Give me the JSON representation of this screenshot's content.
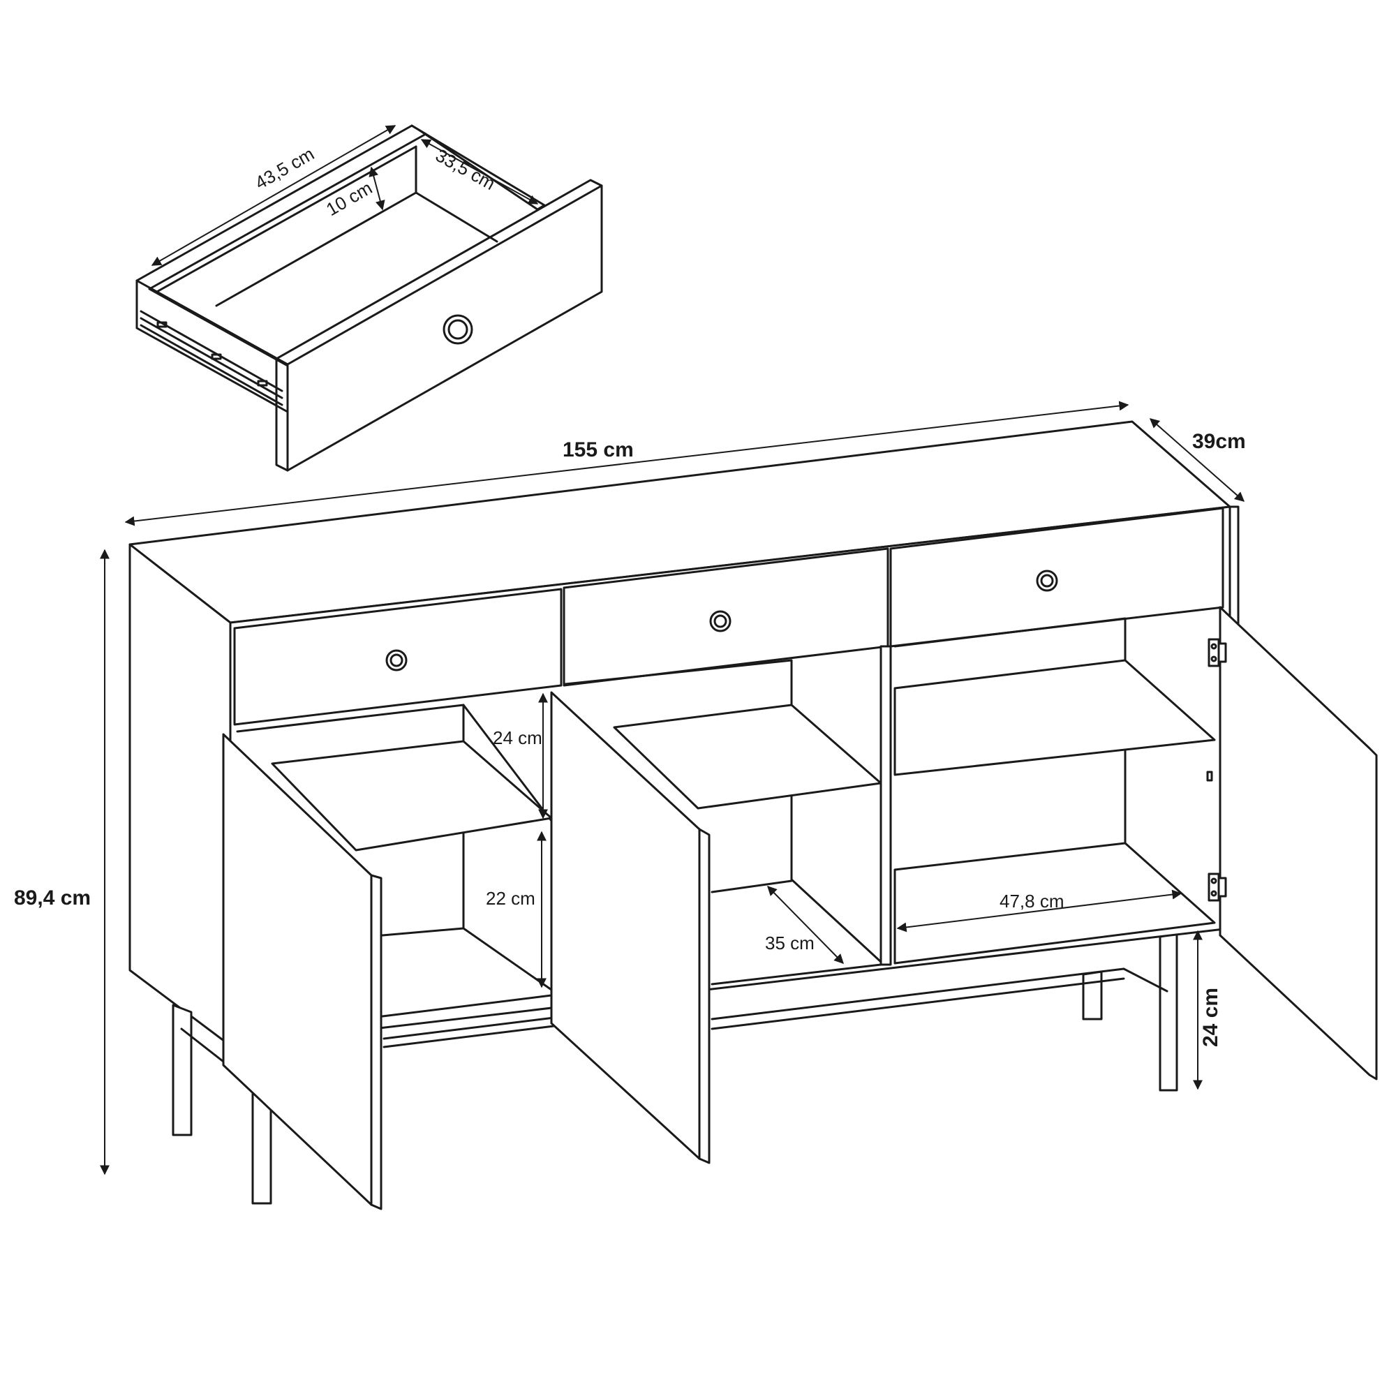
{
  "diagram": {
    "drawing_color": "#1a1a1a",
    "background_color": "#ffffff",
    "drawer_dimensions": {
      "length": "43,5 cm",
      "inner_width": "33,5 cm",
      "height": "10 cm"
    },
    "cabinet_dimensions": {
      "width": "155 cm",
      "depth": "39cm",
      "height": "89,4 cm",
      "leg_height": "24 cm"
    },
    "interior_dimensions": {
      "upper_shelf_gap": "24 cm",
      "lower_shelf_gap": "22 cm",
      "shelf_depth": "35 cm",
      "compartment_width": "47,8 cm"
    }
  }
}
